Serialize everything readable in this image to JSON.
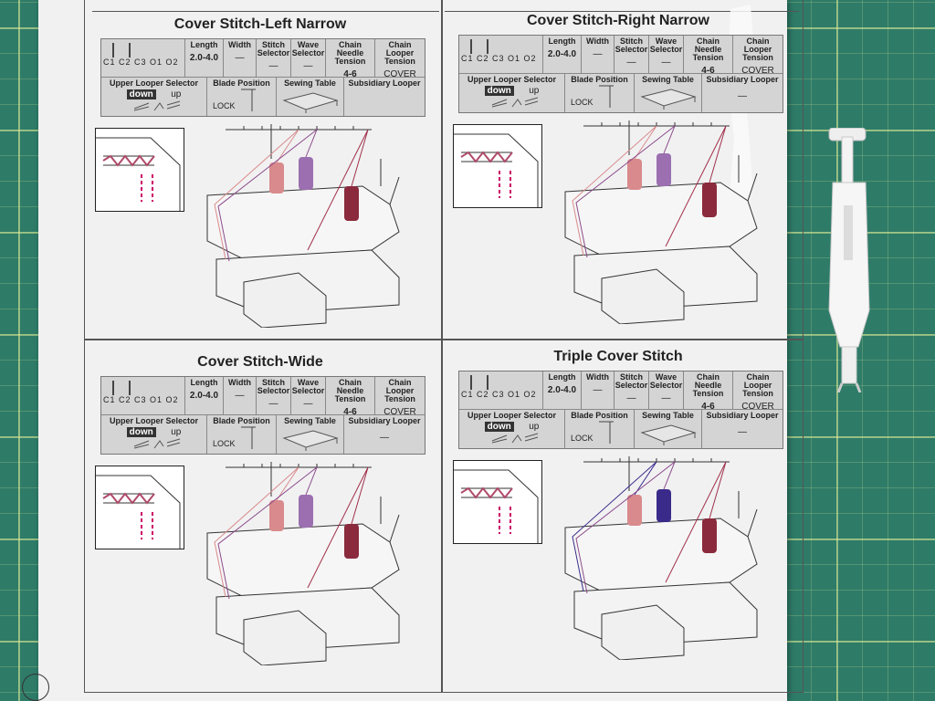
{
  "quadrants": [
    {
      "title": "Cover Stitch-Left Narrow",
      "needles": "C1 C2 C3 O1 O2",
      "length_label": "Length",
      "length_value": "2.0-4.0",
      "width_label": "Width",
      "width_value": "—",
      "stitch_selector_label": "Stitch Selector",
      "stitch_selector_value": "—",
      "wave_selector_label": "Wave Selector",
      "wave_selector_value": "—",
      "chain_needle_label": "Chain Needle Tension",
      "chain_needle_value": "4-6",
      "chain_looper_label": "Chain Looper Tension",
      "chain_looper_value": "COVER",
      "upper_looper_label": "Upper Looper Selector",
      "upper_down": "down",
      "upper_up": "up",
      "blade_label": "Blade Position",
      "blade_value": "LOCK",
      "table_label": "Sewing Table",
      "subsidiary_label": "Subsidiary Looper",
      "subsidiary_value": ""
    },
    {
      "title": "Cover Stitch-Right Narrow",
      "needles": "C1 C2 C3 O1 O2",
      "length_label": "Length",
      "length_value": "2.0-4.0",
      "width_label": "Width",
      "width_value": "—",
      "stitch_selector_label": "Stitch Selector",
      "stitch_selector_value": "—",
      "wave_selector_label": "Wave Selector",
      "wave_selector_value": "—",
      "chain_needle_label": "Chain Needle Tension",
      "chain_needle_value": "4-6",
      "chain_looper_label": "Chain Looper Tension",
      "chain_looper_value": "COVER",
      "upper_looper_label": "Upper Looper Selector",
      "upper_down": "down",
      "upper_up": "up",
      "blade_label": "Blade Position",
      "blade_value": "LOCK",
      "table_label": "Sewing Table",
      "subsidiary_label": "Subsidiary Looper",
      "subsidiary_value": "—"
    },
    {
      "title": "Cover Stitch-Wide",
      "needles": "C1 C2 C3 O1 O2",
      "length_label": "Length",
      "length_value": "2.0-4.0",
      "width_label": "Width",
      "width_value": "—",
      "stitch_selector_label": "Stitch Selector",
      "stitch_selector_value": "—",
      "wave_selector_label": "Wave Selector",
      "wave_selector_value": "—",
      "chain_needle_label": "Chain Needle Tension",
      "chain_needle_value": "4-6",
      "chain_looper_label": "Chain Looper Tension",
      "chain_looper_value": "COVER",
      "upper_looper_label": "Upper Looper Selector",
      "upper_down": "down",
      "upper_up": "up",
      "blade_label": "Blade Position",
      "blade_value": "LOCK",
      "table_label": "Sewing Table",
      "subsidiary_label": "Subsidiary Looper",
      "subsidiary_value": "—"
    },
    {
      "title": "Triple Cover Stitch",
      "needles": "C1 C2 C3 O1 O2",
      "length_label": "Length",
      "length_value": "2.0-4.0",
      "width_label": "Width",
      "width_value": "—",
      "stitch_selector_label": "Stitch Selector",
      "stitch_selector_value": "—",
      "wave_selector_label": "Wave Selector",
      "wave_selector_value": "—",
      "chain_needle_label": "Chain Needle Tension",
      "chain_needle_value": "4-6",
      "chain_looper_label": "Chain Looper Tension",
      "chain_looper_value": "COVER",
      "upper_looper_label": "Upper Looper Selector",
      "upper_down": "down",
      "upper_up": "up",
      "blade_label": "Blade Position",
      "blade_value": "LOCK",
      "table_label": "Sewing Table",
      "subsidiary_label": "Subsidiary Looper",
      "subsidiary_value": "—"
    }
  ],
  "colors": {
    "mat": "#2e7b68",
    "paper": "#f1f1f2",
    "thread_pink": "#d98a8c",
    "thread_purple": "#9b6fb0",
    "thread_red": "#8b2a3d",
    "thread_navy": "#3a2a8a"
  },
  "objects": [
    "cutting-mat",
    "instruction-sheet",
    "needle-threader-tool"
  ]
}
